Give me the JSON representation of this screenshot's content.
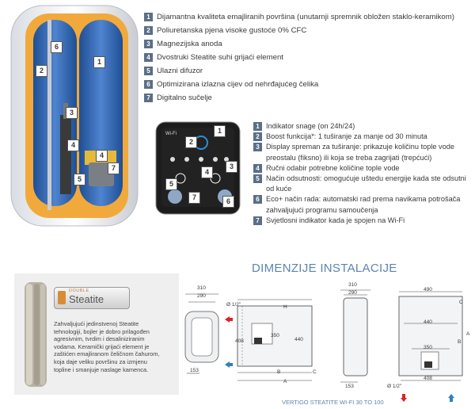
{
  "features": [
    {
      "num": "1",
      "text": "Dijamantna kvaliteta emajliranih površina (unutarnji spremnik obložen staklo-keramikom)"
    },
    {
      "num": "2",
      "text": "Poliuretanska pjena visoke gustoće 0% CFC"
    },
    {
      "num": "3",
      "text": "Magnezijska anoda"
    },
    {
      "num": "4",
      "text": "Dvostruki Steatite suhi grijaći element"
    },
    {
      "num": "5",
      "text": "Ulazni difuzor"
    },
    {
      "num": "6",
      "text": "Optimizirana izlazna cijev od nehrđajućeg čelika"
    },
    {
      "num": "7",
      "text": "Digitalno sučelje"
    }
  ],
  "display_features": [
    {
      "num": "1",
      "text": "Indikator snage (on 24h/24)"
    },
    {
      "num": "2",
      "text": "Boost funkcija*: 1 tuširanje za manje od 30 minuta"
    },
    {
      "num": "3",
      "text": "Display spreman za tuširanje: prikazuje količinu tople vode preostalu (fiksno) ili koja se treba zagrijati (trepćući)"
    },
    {
      "num": "4",
      "text": "Ručni odabir potrebne količine tople vode"
    },
    {
      "num": "5",
      "text": "Način odsutnosti: omogućuje uštedu energije kada ste odsutni od kuće"
    },
    {
      "num": "6",
      "text": "Eco+ način rada: automatski rad prema navikama potrošača zahvaljujući programu samoučenja"
    },
    {
      "num": "7",
      "text": "Svjetlosni indikator kada je spojen na Wi-Fi"
    }
  ],
  "heater_callouts": [
    "1",
    "2",
    "3",
    "4",
    "5",
    "6",
    "7"
  ],
  "panel": {
    "wifi_label": "Wi-Fi",
    "callouts": [
      "1",
      "2",
      "3",
      "4",
      "5",
      "6",
      "7"
    ]
  },
  "section_title": "DIMENZIJE INSTALACIJE",
  "steatite": {
    "badge_small": "DOUBLE",
    "badge_big": "Steatite",
    "description": "Zahvaljujući jedinstvenoj Steatite tehnologiji, bojler je dobro prilagođen agresivnim, tvrdim i desaliniziranim vodama. Keramički grijaći element je zaštićen emajliranom čeličnom čahurom, koja daje veliku površinu za izmjenu topline i smanjuje naslage kamenca."
  },
  "dimensions": {
    "d1_top_outer": "310",
    "d1_top_inner": "290",
    "d1_bottom": "153",
    "d2_pipe": "Ø 1/2\"",
    "d2_H": "H",
    "d2_408": "408",
    "d2_350": "350",
    "d2_440": "440",
    "d2_B": "B",
    "d2_C": "C",
    "d2_A": "A",
    "d3_top_outer": "310",
    "d3_top_inner": "290",
    "d3_bottom": "153",
    "d4_width": "490",
    "d4_440": "440",
    "d4_350": "350",
    "d4_408": "408",
    "d4_pipe": "Ø 1/2\"",
    "d4_A": "A",
    "d4_B": "B",
    "d4_C": "C"
  },
  "caption": "VERTIGO STEATITE WI-FI 30 TO 100",
  "colors": {
    "badge": "#5a6f86",
    "tank_blue": "#3b6fb6",
    "insulation": "#f2a93b",
    "title_blue": "#5b84b1"
  }
}
